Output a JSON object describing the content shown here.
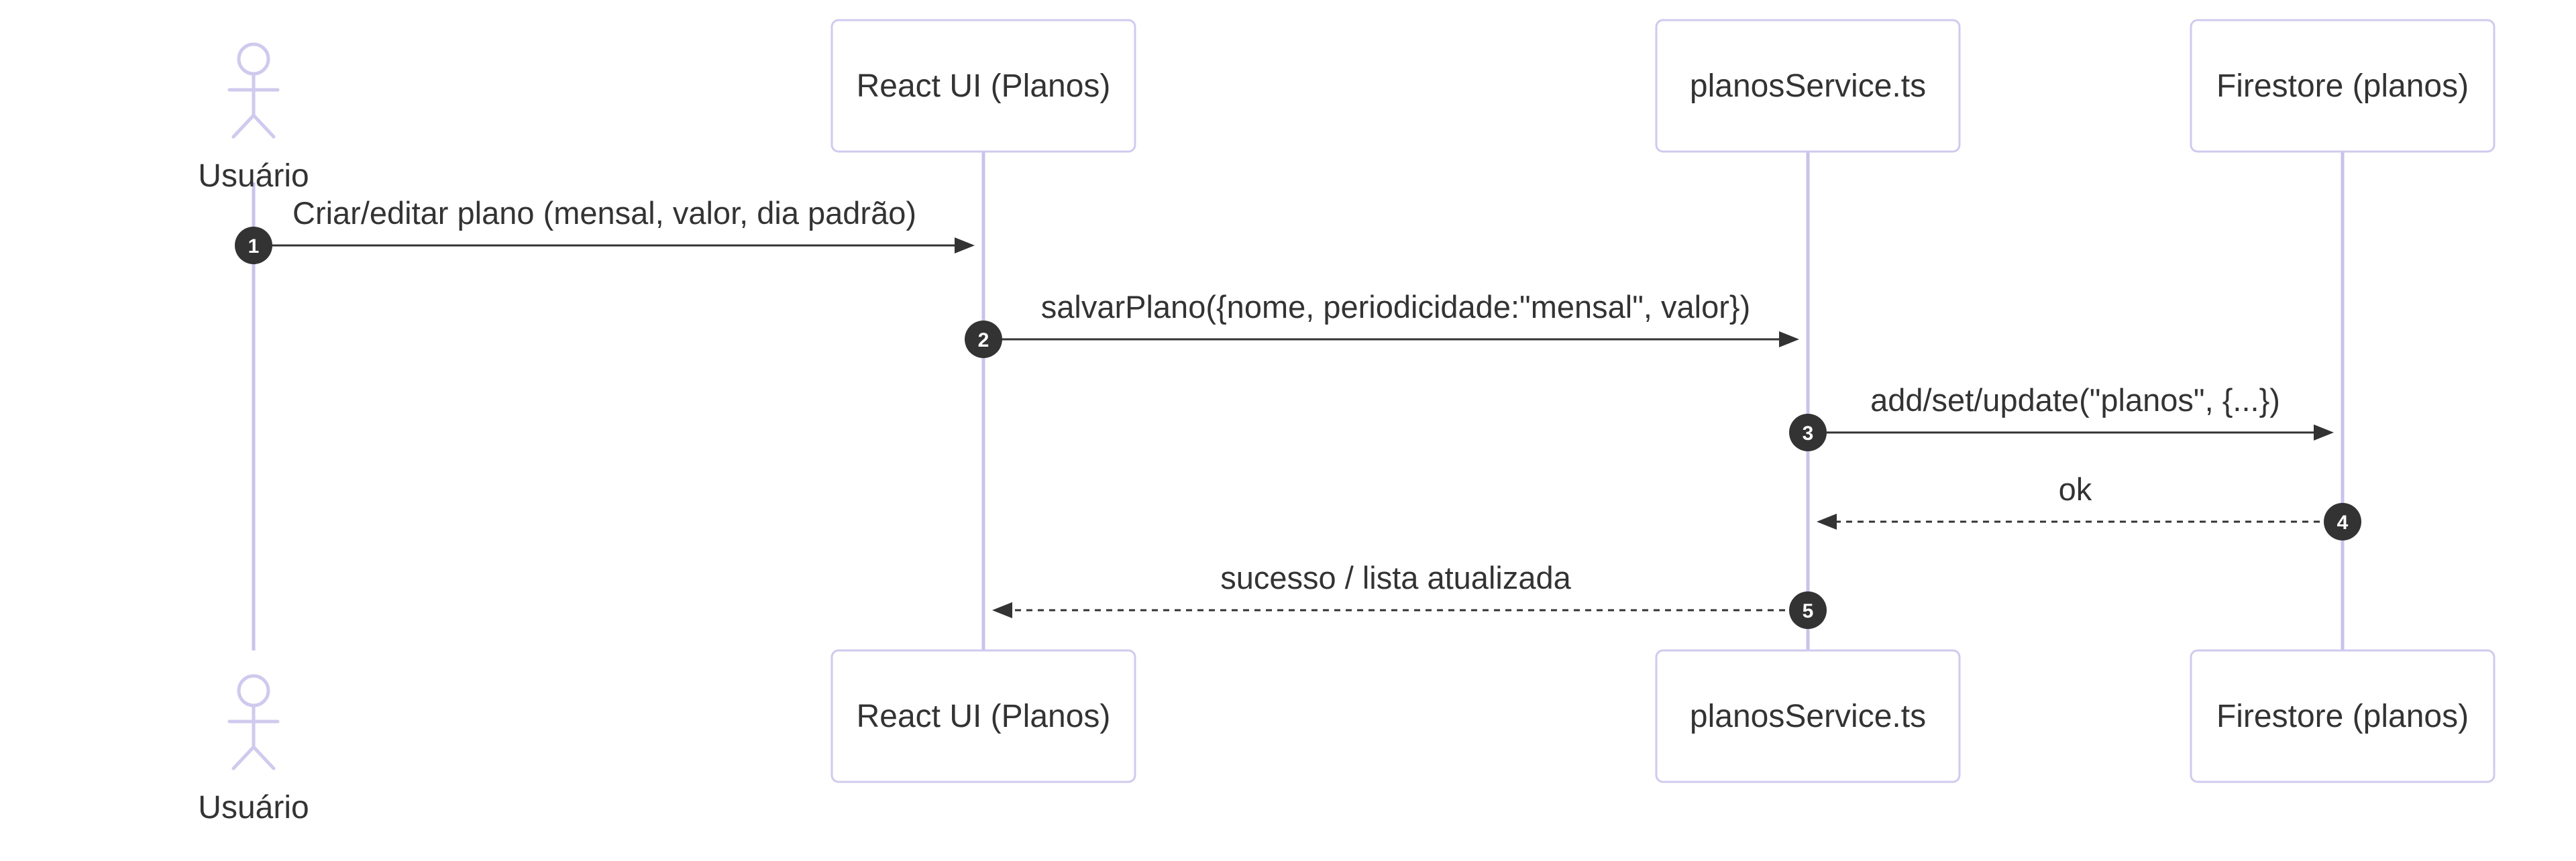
{
  "participants": [
    {
      "id": "usuario",
      "label": "Usuário",
      "kind": "actor"
    },
    {
      "id": "react",
      "label": "React UI (Planos)",
      "kind": "box"
    },
    {
      "id": "service",
      "label": "planosService.ts",
      "kind": "box"
    },
    {
      "id": "firestore",
      "label": "Firestore (planos)",
      "kind": "box"
    }
  ],
  "messages": [
    {
      "seq": "1",
      "from": "usuario",
      "to": "react",
      "label": "Criar/editar plano (mensal, valor, dia padrão)",
      "style": "solid"
    },
    {
      "seq": "2",
      "from": "react",
      "to": "service",
      "label": "salvarPlano({nome, periodicidade:\"mensal\", valor})",
      "style": "solid"
    },
    {
      "seq": "3",
      "from": "service",
      "to": "firestore",
      "label": "add/set/update(\"planos\", {...})",
      "style": "solid"
    },
    {
      "seq": "4",
      "from": "firestore",
      "to": "service",
      "label": "ok",
      "style": "dashed"
    },
    {
      "seq": "5",
      "from": "service",
      "to": "react",
      "label": "sucesso / lista atualizada",
      "style": "dashed"
    }
  ],
  "colors": {
    "lifeline": "#c8c3ea",
    "box_border": "#cfcaee",
    "text": "#333333",
    "sequence_badge": "#333333"
  }
}
